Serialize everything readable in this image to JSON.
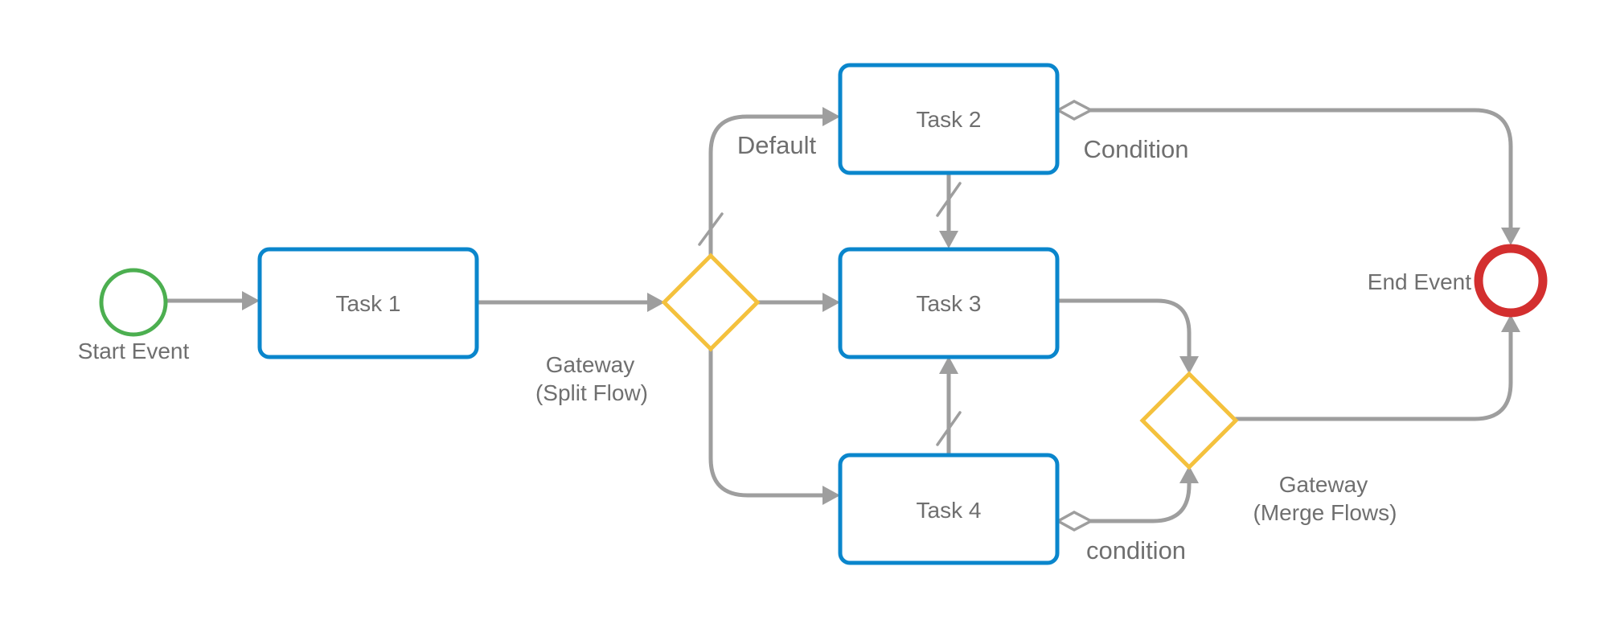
{
  "diagram": {
    "tasks": [
      {
        "label": "Task 1"
      },
      {
        "label": "Task 2"
      },
      {
        "label": "Task 3"
      },
      {
        "label": "Task 4"
      }
    ],
    "events": {
      "start_label": "Start Event",
      "end_label": "End Event"
    },
    "gateways": {
      "split_label_line1": "Gateway",
      "split_label_line2": "(Split Flow)",
      "merge_label_line1": "Gateway",
      "merge_label_line2": "(Merge Flows)"
    },
    "flow_labels": {
      "default": "Default",
      "condition_upper": "Condition",
      "condition_lower": "condition"
    },
    "colors": {
      "task_border": "#0a86cc",
      "gateway_border": "#f4c13d",
      "start_event": "#4caf50",
      "end_event": "#d32f2f",
      "connector": "#9e9e9e",
      "text": "#6f6f6f"
    }
  }
}
